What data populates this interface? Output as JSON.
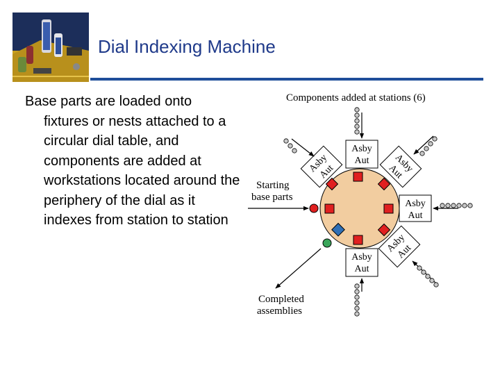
{
  "slide": {
    "title": "Dial Indexing Machine",
    "body": "Base parts are loaded onto fixtures or nests attached to a circular dial table, and components are added at workstations located around the periphery of the dial as it indexes from station to station"
  },
  "diagram": {
    "components_label": "Components added at stations (6)",
    "starting_label": [
      "Starting",
      "base parts"
    ],
    "completed_label": [
      "Completed",
      "assemblies"
    ],
    "station_label": [
      "Asby",
      "Aut"
    ],
    "colors": {
      "dial": "#f2cda0",
      "part_red": "#e02020",
      "part_blue": "#2f6fb5",
      "part_green": "#3aa55a",
      "feed_dot": "#c8c8c8",
      "title": "#1f3a8a",
      "rule": "#1f4e9a"
    }
  }
}
